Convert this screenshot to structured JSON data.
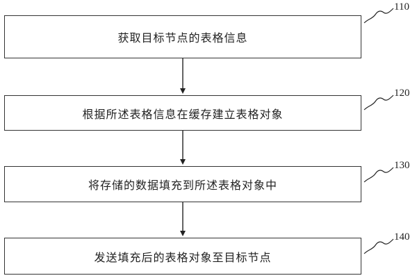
{
  "steps": [
    {
      "number": "110",
      "text": "获取目标节点的表格信息"
    },
    {
      "number": "120",
      "text": "根据所述表格信息在缓存建立表格对象"
    },
    {
      "number": "130",
      "text": "将存储的数据填充到所述表格对象中"
    },
    {
      "number": "140",
      "text": "发送填充后的表格对象至目标节点"
    }
  ]
}
